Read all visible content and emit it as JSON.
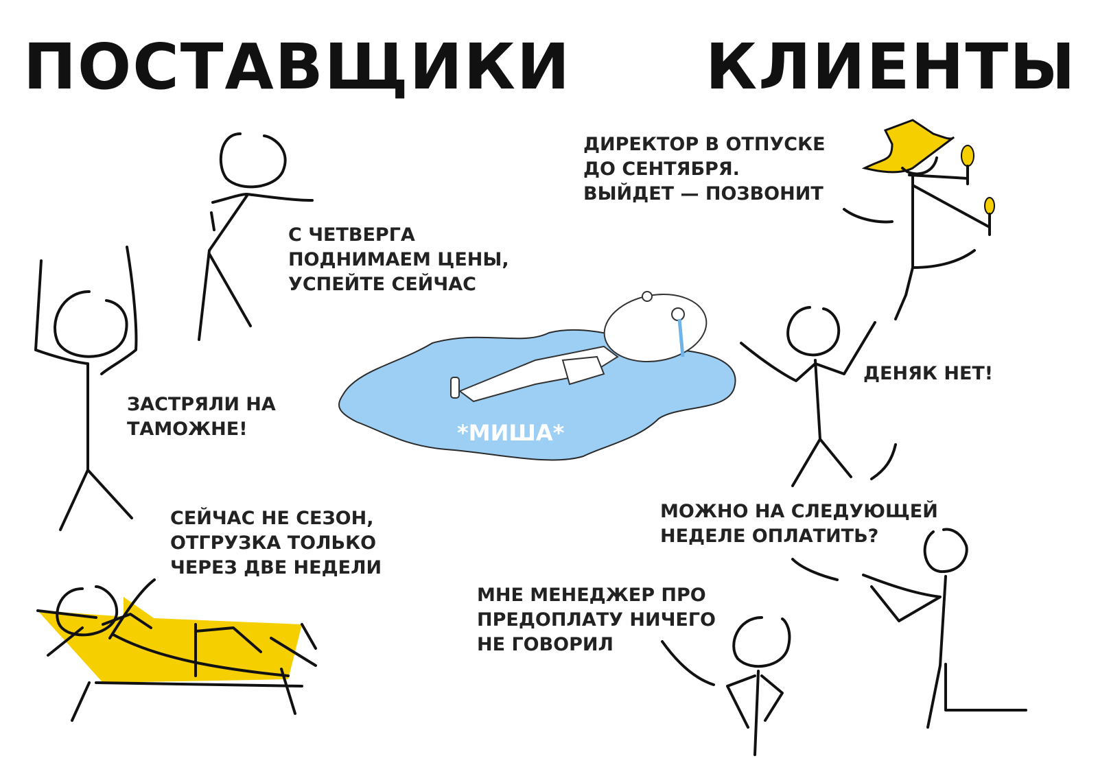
{
  "titles": {
    "suppliers": "ПОСТАВЩИКИ",
    "clients": "КЛИЕНТЫ"
  },
  "captions": {
    "thursday": [
      "С ЧЕТВЕРГА",
      "ПОДНИМАЕМ ЦЕНЫ,",
      "УСПЕЙТЕ СЕЙЧАС"
    ],
    "customs": [
      "ЗАСТРЯЛИ НА",
      "ТАМОЖНЕ!"
    ],
    "season": [
      "СЕЙЧАС НЕ СЕЗОН,",
      "ОТГРУЗКА ТОЛЬКО",
      "ЧЕРЕЗ ДВЕ НЕДЕЛИ"
    ],
    "director": [
      "ДИРЕКТОР В ОТПУСКЕ",
      "ДО СЕНТЯБРЯ.",
      "ВЫЙДЕТ — ПОЗВОНИТ"
    ],
    "no_money": [
      "ДЕНЯК НЕТ!"
    ],
    "next_week": [
      "МОЖНО НА СЛЕДУЮЩЕЙ",
      "НЕДЕЛЕ ОПЛАТИТЬ?"
    ],
    "manager": [
      "МНЕ МЕНЕДЖЕР ПРО",
      "ПРЕДОПЛАТУ НИЧЕГО",
      "НЕ ГОВОРИЛ"
    ]
  },
  "center_label": "*МИША*",
  "colors": {
    "puddle": "#9dcff5",
    "yellow": "#f6cf00",
    "ink": "#111111"
  }
}
